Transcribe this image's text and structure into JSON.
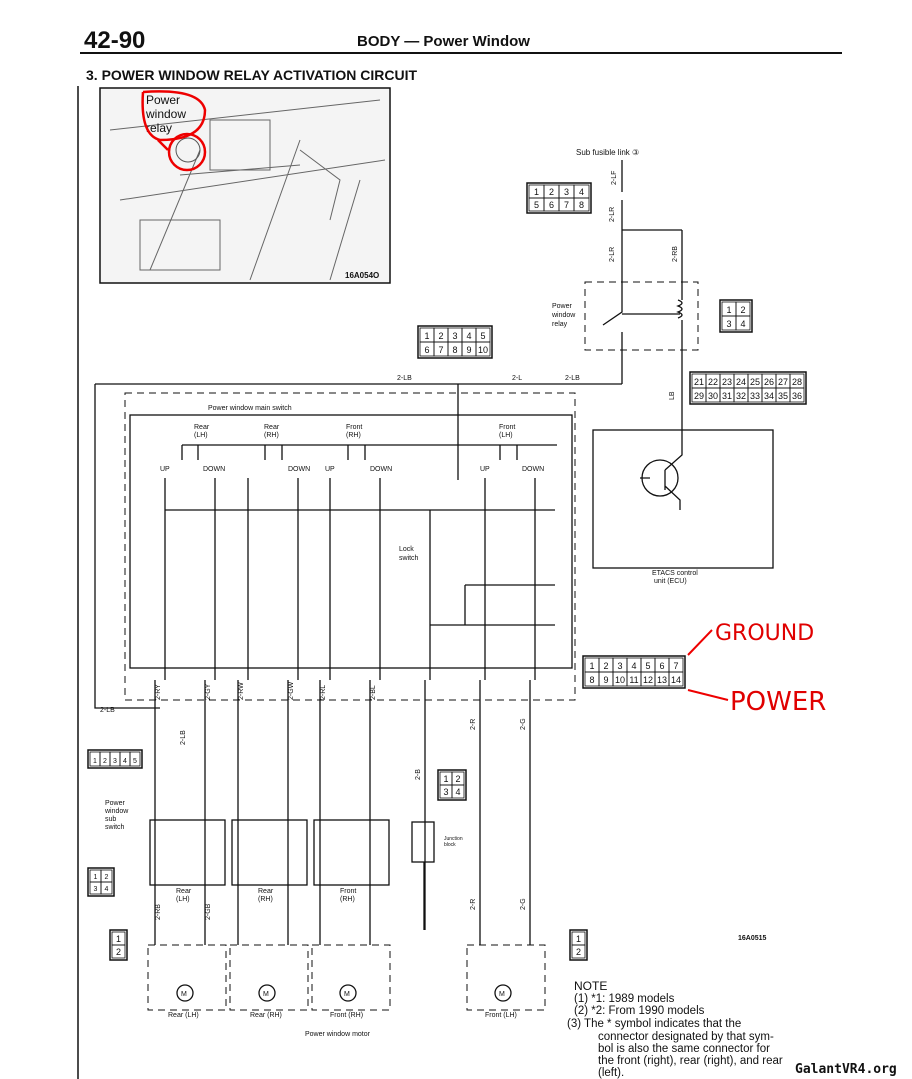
{
  "header": {
    "page_number": "42-90",
    "title": "BODY — Power Window"
  },
  "section_title": "3.  POWER  WINDOW  RELAY  ACTIVATION  CIRCUIT",
  "photo": {
    "annotation": [
      "Power",
      "window",
      "relay"
    ],
    "code": "16A054O"
  },
  "fusible_link": "Sub fusible link ③",
  "connectors": {
    "c8": [
      [
        "1",
        "2",
        "3",
        "4"
      ],
      [
        "5",
        "6",
        "7",
        "8"
      ]
    ],
    "c4": [
      [
        "1",
        "2"
      ],
      [
        "3",
        "4"
      ]
    ],
    "c10": [
      [
        "1",
        "2",
        "3",
        "4",
        "5"
      ],
      [
        "6",
        "7",
        "8",
        "9",
        "10"
      ]
    ],
    "c16": [
      [
        "21",
        "22",
        "23",
        "24",
        "25",
        "26",
        "27",
        "28"
      ],
      [
        "29",
        "30",
        "31",
        "32",
        "33",
        "34",
        "35",
        "36"
      ]
    ],
    "c14": [
      [
        "1",
        "2",
        "3",
        "4",
        "5",
        "6",
        "7"
      ],
      [
        "8",
        "9",
        "10",
        "11",
        "12",
        "13",
        "14"
      ]
    ],
    "c5": [
      [
        "1",
        "2",
        "3",
        "4",
        "5"
      ]
    ],
    "c2": [
      [
        "1"
      ],
      [
        "2"
      ]
    ]
  },
  "wires": {
    "lf": "2-LF",
    "lr": "2-LR",
    "rb": "2-RB",
    "lb": "LB",
    "lb2": "2-LB",
    "l": "2-L",
    "lb1": "2-LB",
    "ry": "2-RY",
    "gy": "2-GY",
    "rw": "2-RW",
    "gw": "2-GW",
    "rl": "2-RL",
    "bl": "2-BL",
    "b": "2-B",
    "r": "2-R",
    "g": "2-G",
    "rb2": "2-RB",
    "gb": "2-GB",
    "lbs": "2-LB"
  },
  "relay_label": [
    "Power",
    "window",
    "relay"
  ],
  "ecu_label": [
    "ETACS control",
    "unit (ECU)"
  ],
  "main_switch": {
    "title": "Power window main switch",
    "groups": [
      [
        "Rear",
        "(LH)"
      ],
      [
        "Rear",
        "(RH)"
      ],
      [
        "Front",
        "(RH)"
      ],
      [
        "Front",
        "(LH)"
      ]
    ],
    "up": "UP",
    "down": "DOWN",
    "lock_switch": [
      "Lock",
      "switch"
    ]
  },
  "sub_switch_label": [
    "Power",
    "window",
    "sub",
    "switch"
  ],
  "sub_labels": [
    [
      "Rear",
      "(LH)"
    ],
    [
      "Rear",
      "(RH)"
    ],
    [
      "Front",
      "(RH)"
    ]
  ],
  "junction_block": [
    "Junction",
    "block"
  ],
  "motors": {
    "labels": [
      "Rear (LH)",
      "Rear (RH)",
      "Front (RH)",
      "Front (LH)"
    ],
    "caption": "Power window motor",
    "symbol": "M"
  },
  "diagram_code": "16A0515",
  "handwritten": {
    "ground": "GROUND",
    "power": "POWER"
  },
  "note": {
    "title": "NOTE",
    "lines": [
      "(1)  *1:  1989 models",
      "(2)  *2: From 1990 models",
      "(3)  The  *  symbol indicates that the",
      "connector designated by that sym-",
      "bol is also the same connector for",
      "the front (right), rear (right), and rear",
      "(left)."
    ]
  },
  "watermark": "GalantVR4.org"
}
